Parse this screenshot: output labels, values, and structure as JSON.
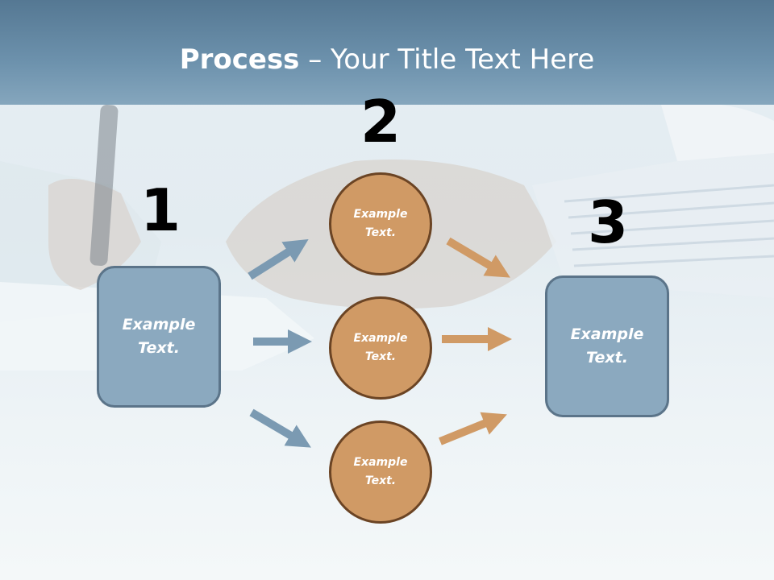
{
  "title": {
    "bold": "Process",
    "rest": " – Your Title Text Here"
  },
  "steps": [
    {
      "number": "1",
      "label": "Example\nText."
    },
    {
      "number": "2",
      "items": [
        "Example\nText.",
        "Example\nText.",
        "Example\nText."
      ]
    },
    {
      "number": "3",
      "label": "Example\nText."
    }
  ],
  "colors": {
    "box_fill": "#8ba9bf",
    "box_border": "#5b7489",
    "circle_fill": "#d09a65",
    "circle_border": "#6b4424",
    "arrow_blue": "#7b9ab2",
    "arrow_orange": "#d09a65",
    "title_band": "#6a8eaa"
  }
}
